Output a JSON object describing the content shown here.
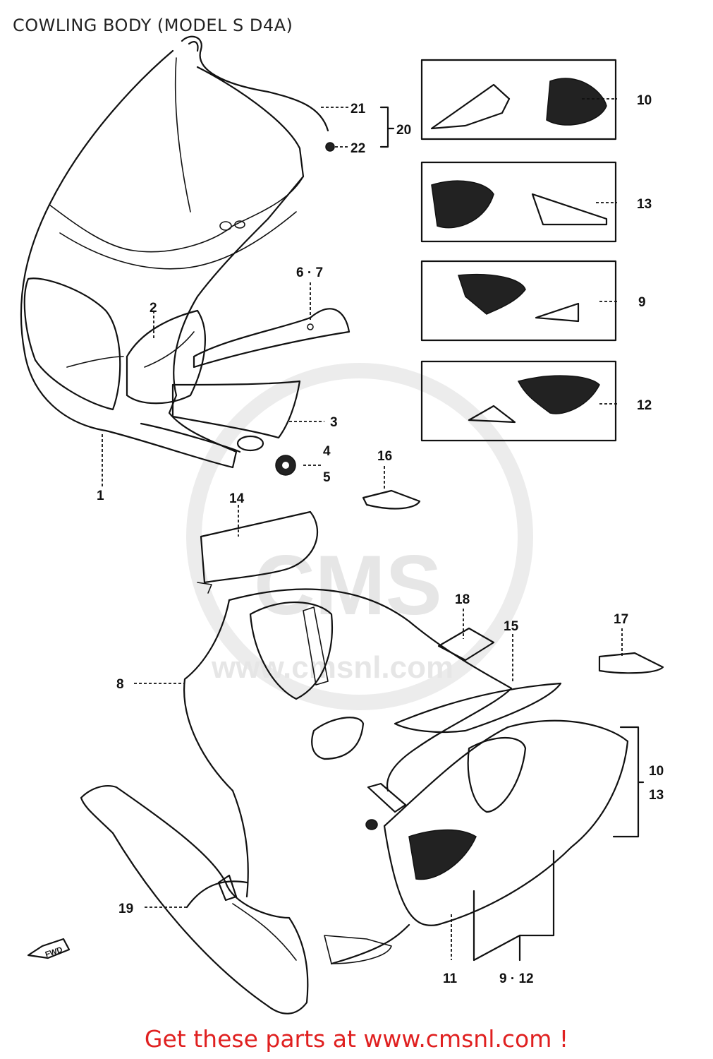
{
  "title": "COWLING BODY (MODEL S D4A)",
  "footer": "Get these parts at www.cmsnl.com !",
  "watermark": {
    "text": "CMS",
    "url": "www.cmsnl.com"
  },
  "fwd_label": "FWD",
  "callouts": {
    "c1": "1",
    "c2": "2",
    "c3": "3",
    "c4": "4",
    "c5": "5",
    "c6_7": "6 · 7",
    "c8": "8",
    "c9": "9",
    "c9_12": "9 · 12",
    "c10": "10",
    "c10_13a": "10",
    "c10_13b": "13",
    "c11": "11",
    "c12": "12",
    "c13": "13",
    "c14": "14",
    "c15": "15",
    "c16": "16",
    "c17": "17",
    "c18": "18",
    "c19": "19",
    "c20": "20",
    "c21": "21",
    "c22": "22"
  },
  "colors": {
    "footer": "#e02020",
    "line": "#111111",
    "watermark": "#e6e6e6"
  }
}
